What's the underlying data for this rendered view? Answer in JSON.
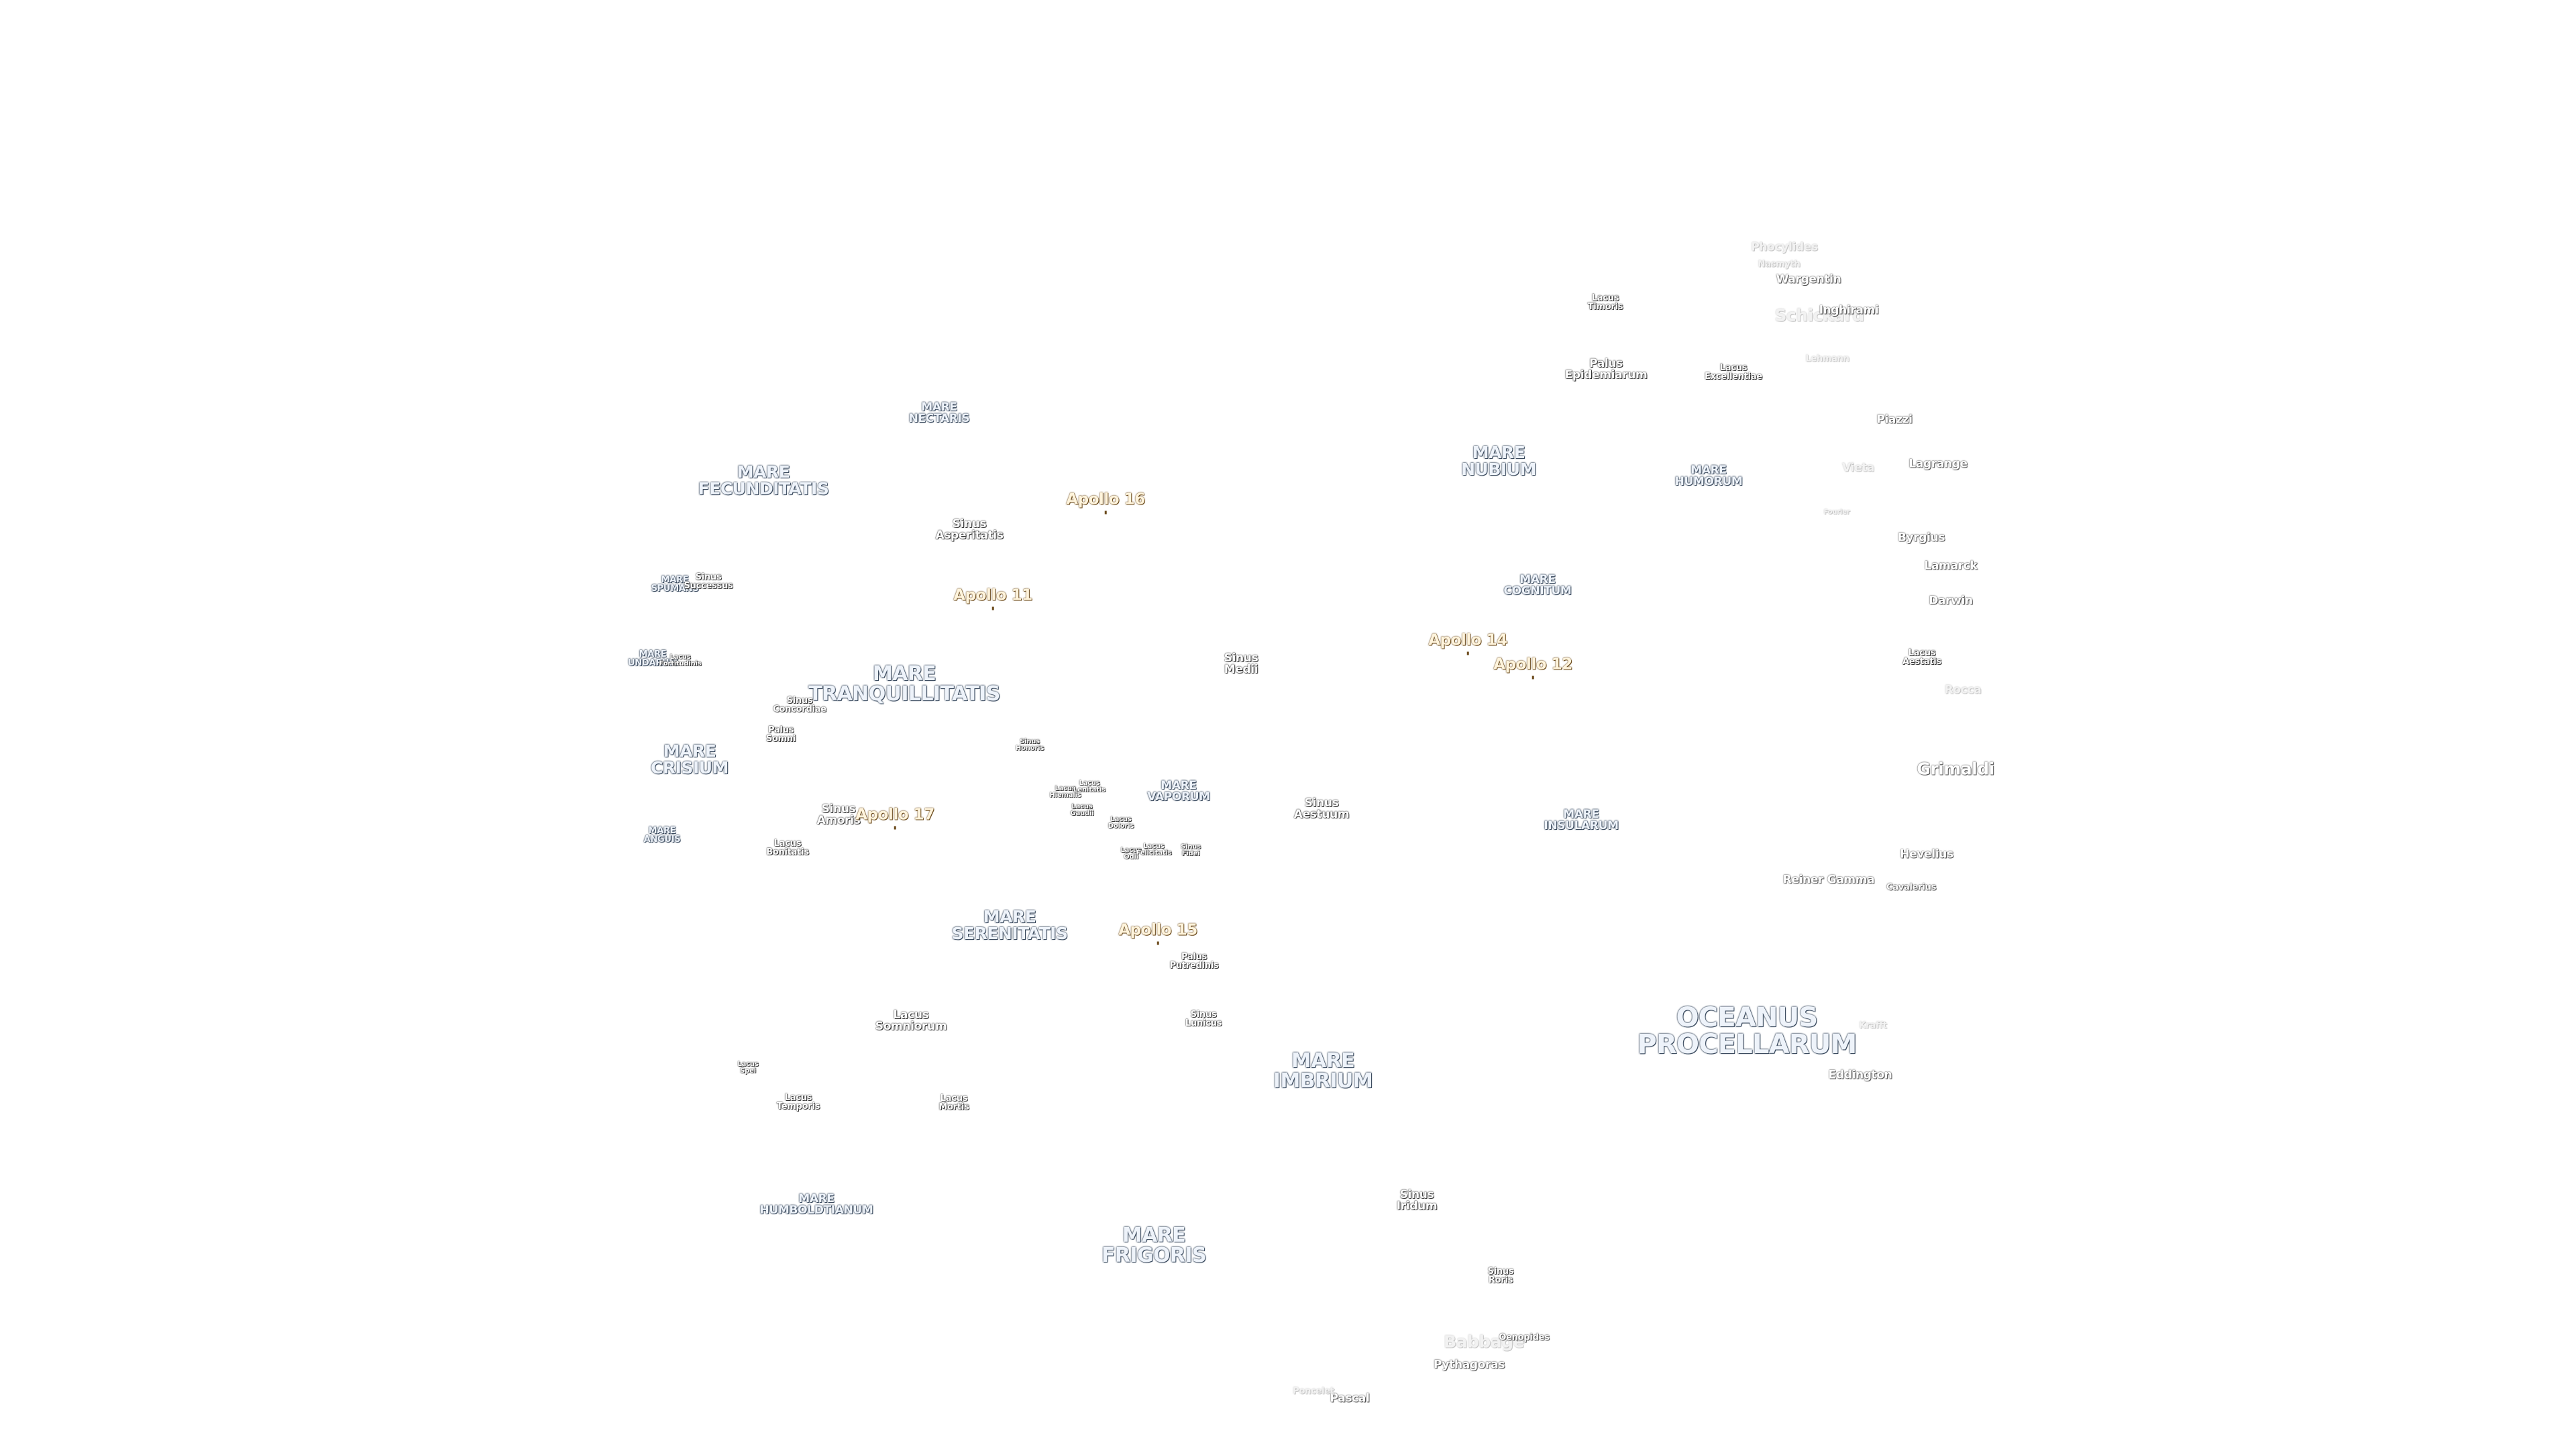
{
  "labels": {
    "oceanus_procellarum": "OCEANUS\nPROCELLARUM",
    "mare_imbrium": "MARE\nIMBRIUM",
    "mare_frigoris": "MARE\nFRIGORIS",
    "mare_tranquillitatis": "MARE\nTRANQUILLITATIS",
    "mare_serenitatis": "MARE\nSERENITATIS",
    "mare_fecunditatis": "MARE\nFECUNDITATIS",
    "mare_crisium": "MARE\nCRISIUM",
    "mare_nubium": "MARE\nNUBIUM",
    "mare_humorum": "MARE\nHUMORUM",
    "mare_insularum": "MARE\nINSULARUM",
    "mare_cognitum": "MARE\nCOGNITUM",
    "mare_vaporum": "MARE\nVAPORUM",
    "mare_nectaris": "MARE\nNECTARIS",
    "mare_humboldtianum": "MARE\nHUMBOLDTIANUM",
    "mare_anguis": "MARE\nANGUIS",
    "mare_undarum": "MARE\nUNDARUM",
    "mare_spumans": "MARE\nSPUMANS",
    "sinus_successus": "Sinus\nSuccessus",
    "lacus_fortitudinis": "Lacus\nFortitudinis",
    "sinus_concordiae": "Sinus\nConcordiae",
    "palus_somni": "Palus\nSomni",
    "sinus_amoris": "Sinus\nAmoris",
    "lacus_bonitatis": "Lacus\nBonitatis",
    "sinus_asperitatis": "Sinus\nAsperitatis",
    "sinus_medii": "Sinus\nMedii",
    "sinus_honoris": "Sinus\nHonoris",
    "lacus_hiemalis": "Lacus\nHiemalis",
    "lacus_lenitatis": "Lacus\nLenitatis",
    "lacus_gaudii": "Lacus\nGaudii",
    "lacus_doloris": "Lacus\nDoloris",
    "lacus_odii": "Lacus\nOdii",
    "lacus_felicitatis": "Lacus\nFelicitatis",
    "sinus_fidei": "Sinus\nFidei",
    "sinus_aestuum": "Sinus\nAestuum",
    "palus_putredinis": "Palus\nPutredinis",
    "sinus_lunicus": "Sinus\nLunicus",
    "lacus_somniorum": "Lacus\nSomniorum",
    "lacus_spei": "Lacus\nSpei",
    "lacus_temporis": "Lacus\nTemporis",
    "lacus_mortis": "Lacus\nMortis",
    "sinus_iridum": "Sinus\nIridum",
    "sinus_roris": "Sinus\nRoris",
    "lacus_timoris": "Lacus\nTimoris",
    "palus_epidemiarum": "Palus\nEpidemiarum",
    "lacus_excellentiae": "Lacus\nExcellentiae",
    "lacus_aestatis": "Lacus\nAestatis",
    "apollo_16": "Apollo 16",
    "apollo_11": "Apollo 11",
    "apollo_14": "Apollo 14",
    "apollo_12": "Apollo 12",
    "apollo_17": "Apollo 17",
    "apollo_15": "Apollo 15",
    "phocylides": "Phocylides",
    "nasmyth": "Nasmyth",
    "wargentin": "Wargentin",
    "schickard": "Schickard",
    "inghirami": "Inghirami",
    "lehmann": "Lehmann",
    "piazzi": "Piazzi",
    "vieta": "Vieta",
    "lagrange": "Lagrange",
    "fourier": "Fourier",
    "byrgius": "Byrgius",
    "lamarck": "Lamarck",
    "darwin": "Darwin",
    "rocca": "Rocca",
    "grimaldi": "Grimaldi",
    "hevelius": "Hevelius",
    "reiner_gamma": "Reiner Gamma",
    "cavalerius": "Cavalerius",
    "krafft": "Krafft",
    "eddington": "Eddington",
    "babbage": "Babbage",
    "oenopides": "Oenopides",
    "pythagoras": "Pythagoras",
    "pascal": "Pascal",
    "poncelet": "Poncelet"
  }
}
